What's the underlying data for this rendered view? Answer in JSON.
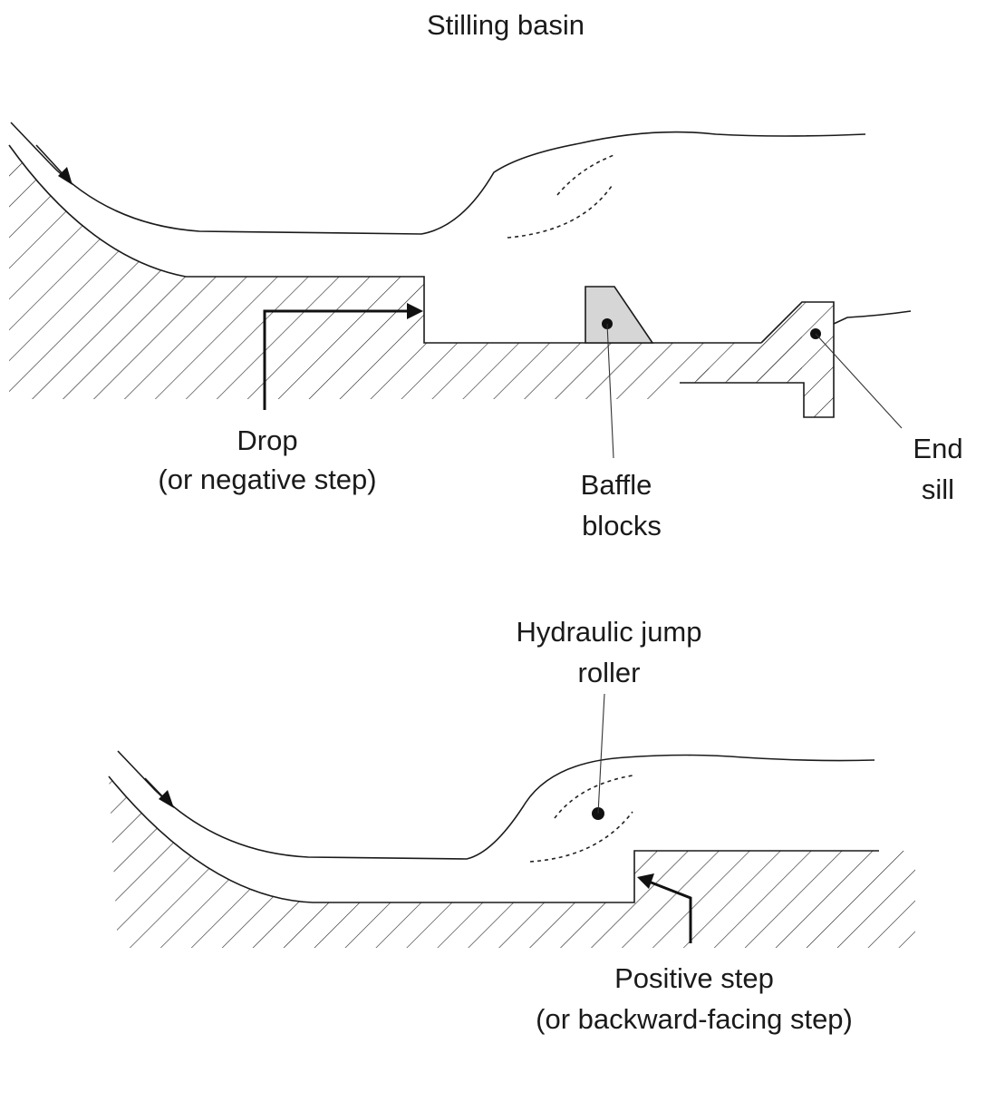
{
  "title": "Stilling basin",
  "top_diagram": {
    "labels": {
      "drop_line1": "Drop",
      "drop_line2": "(or negative step)",
      "baffle_line1": "Baffle",
      "baffle_line2": "blocks",
      "endsill_line1": "End",
      "endsill_line2": "sill"
    }
  },
  "bottom_diagram": {
    "labels": {
      "roller_line1": "Hydraulic jump",
      "roller_line2": "roller",
      "step_line1": "Positive step",
      "step_line2": "(or backward-facing step)"
    }
  },
  "colors": {
    "ink": "#1a1a1a",
    "baffle_fill": "#d6d6d6"
  }
}
